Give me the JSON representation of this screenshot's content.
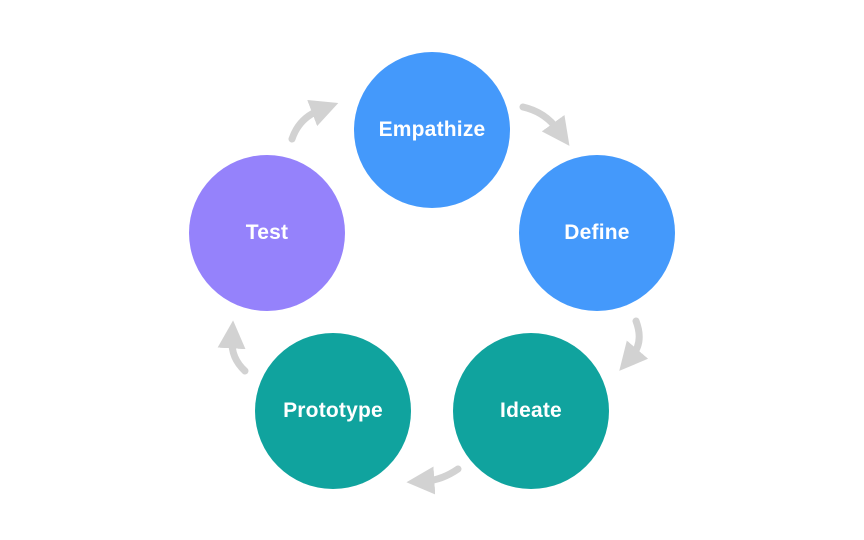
{
  "diagram": {
    "type": "cycle",
    "nodes": [
      {
        "id": "empathize",
        "label": "Empathize",
        "color": "#4499fb"
      },
      {
        "id": "define",
        "label": "Define",
        "color": "#4499fb"
      },
      {
        "id": "ideate",
        "label": "Ideate",
        "color": "#10a39e"
      },
      {
        "id": "prototype",
        "label": "Prototype",
        "color": "#10a39e"
      },
      {
        "id": "test",
        "label": "Test",
        "color": "#9582fb"
      }
    ],
    "edges": [
      {
        "from": "empathize",
        "to": "define"
      },
      {
        "from": "define",
        "to": "ideate"
      },
      {
        "from": "ideate",
        "to": "prototype"
      },
      {
        "from": "prototype",
        "to": "test"
      },
      {
        "from": "test",
        "to": "empathize"
      }
    ],
    "arrow_color": "#d2d2d2"
  }
}
